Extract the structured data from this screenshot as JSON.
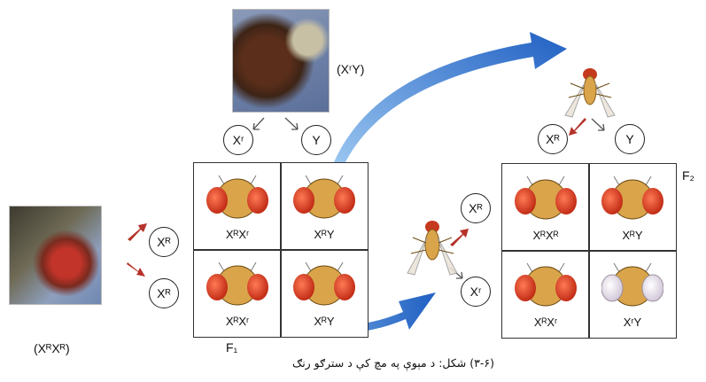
{
  "caption": "(۳-۶) شکل: د مېوې په مچ کې د سترګو رنګ",
  "parents": {
    "female_label": "(XᴿXᴿ)",
    "male_label": "(XʳY)"
  },
  "gametes": {
    "male_xr": "Xʳ",
    "male_y": "Y",
    "female_top": "Xᴿ",
    "female_bottom": "Xᴿ",
    "f1male_xR": "Xᴿ",
    "f1male_y": "Y",
    "f1female_xR": "Xᴿ",
    "f1female_xr": "Xʳ"
  },
  "f1": {
    "label": "F₁",
    "cells": [
      "XᴿXʳ",
      "XᴿY",
      "XᴿXʳ",
      "XᴿY"
    ]
  },
  "f2": {
    "label": "F₂",
    "cells": [
      "XᴿXᴿ",
      "XᴿY",
      "XᴿXʳ",
      "XʳY"
    ]
  },
  "colors": {
    "red_eye": "#d9341c",
    "white_eye": "#e8e0ea",
    "arrow_blue": "#1d6fd1",
    "fly_body": "#d9a44a"
  }
}
